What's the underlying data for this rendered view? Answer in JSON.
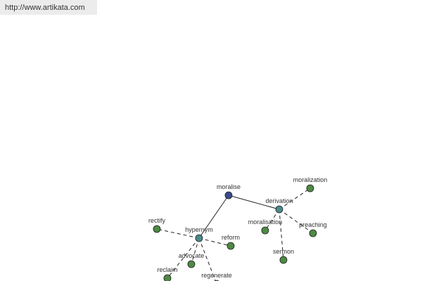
{
  "header": {
    "url_text": "http://www.artikata.com"
  },
  "colors": {
    "root_node": "#3a4a8a",
    "relation_node": "#4a8a8a",
    "leaf_node": "#4d8a43",
    "edge": "#222222"
  },
  "graph": {
    "nodes": [
      {
        "id": "moralise",
        "label": "moralise",
        "kind": "root"
      },
      {
        "id": "derivation",
        "label": "derivation",
        "kind": "relation"
      },
      {
        "id": "hypernym",
        "label": "hypernym",
        "kind": "relation"
      },
      {
        "id": "moralization",
        "label": "moralization",
        "kind": "leaf"
      },
      {
        "id": "moralisation",
        "label": "moralisation",
        "kind": "leaf"
      },
      {
        "id": "preaching",
        "label": "preaching",
        "kind": "leaf"
      },
      {
        "id": "sermon",
        "label": "sermon",
        "kind": "leaf"
      },
      {
        "id": "rectify",
        "label": "rectify",
        "kind": "leaf"
      },
      {
        "id": "reform",
        "label": "reform",
        "kind": "leaf"
      },
      {
        "id": "advocate",
        "label": "advocate",
        "kind": "leaf"
      },
      {
        "id": "reclaim",
        "label": "reclaim",
        "kind": "leaf"
      },
      {
        "id": "regenerate",
        "label": "regenerate",
        "kind": "leaf"
      }
    ],
    "edges": [
      {
        "from": "moralise",
        "to": "derivation",
        "style": "solid"
      },
      {
        "from": "moralise",
        "to": "hypernym",
        "style": "solid"
      },
      {
        "from": "derivation",
        "to": "moralization",
        "style": "dashed"
      },
      {
        "from": "derivation",
        "to": "moralisation",
        "style": "dashed"
      },
      {
        "from": "derivation",
        "to": "preaching",
        "style": "dashed"
      },
      {
        "from": "derivation",
        "to": "sermon",
        "style": "dashed"
      },
      {
        "from": "hypernym",
        "to": "rectify",
        "style": "dashed"
      },
      {
        "from": "hypernym",
        "to": "reform",
        "style": "dashed"
      },
      {
        "from": "hypernym",
        "to": "advocate",
        "style": "dashed"
      },
      {
        "from": "hypernym",
        "to": "reclaim",
        "style": "dashed"
      },
      {
        "from": "hypernym",
        "to": "regenerate",
        "style": "dashed"
      }
    ]
  }
}
